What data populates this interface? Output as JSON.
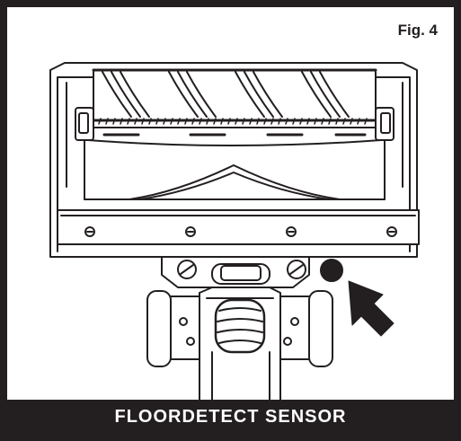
{
  "figure": {
    "label": "Fig. 4",
    "caption": "FLOORDETECT SENSOR"
  },
  "colors": {
    "ink": "#231f20",
    "paper": "#ffffff"
  },
  "icons": {
    "callout": "arrow-icon",
    "sensor": "sensor-dot"
  }
}
